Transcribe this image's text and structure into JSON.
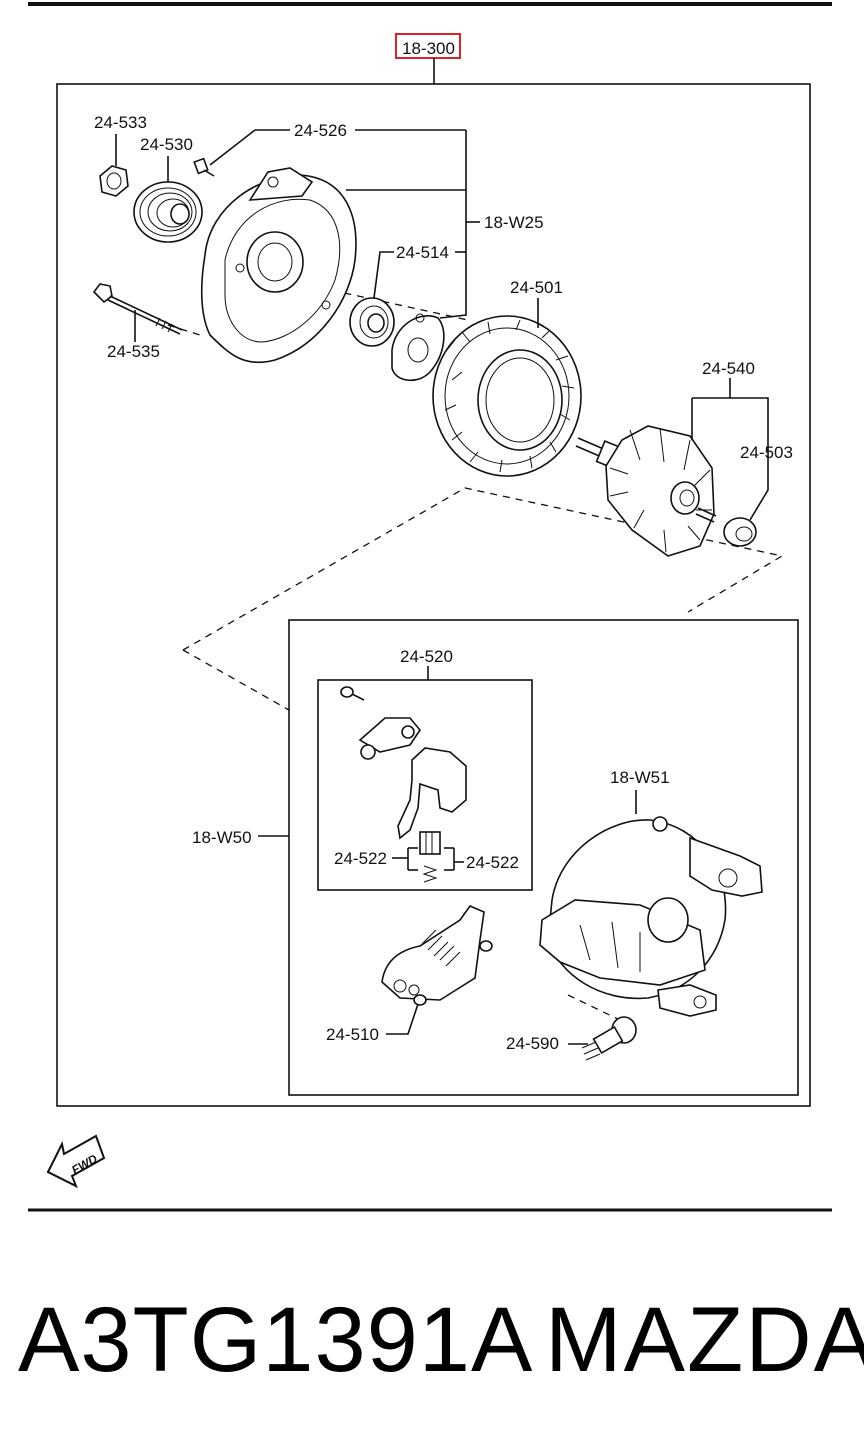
{
  "diagram": {
    "assembly_label": "18-300",
    "highlight_color": "#e0202a",
    "labels": {
      "p24_533": "24-533",
      "p24_530": "24-530",
      "p24_526": "24-526",
      "p18_W25": "18-W25",
      "p24_514": "24-514",
      "p24_501": "24-501",
      "p24_535": "24-535",
      "p24_540": "24-540",
      "p24_503": "24-503",
      "p24_520": "24-520",
      "p18_W51": "18-W51",
      "p18_W50": "18-W50",
      "p24_522_left": "24-522",
      "p24_522_right": "24-522",
      "p24_510": "24-510",
      "p24_590": "24-590"
    },
    "fwd_label": "FWD"
  },
  "footer": {
    "part_number": "A3TG1391A",
    "brand": "MAZDA"
  }
}
